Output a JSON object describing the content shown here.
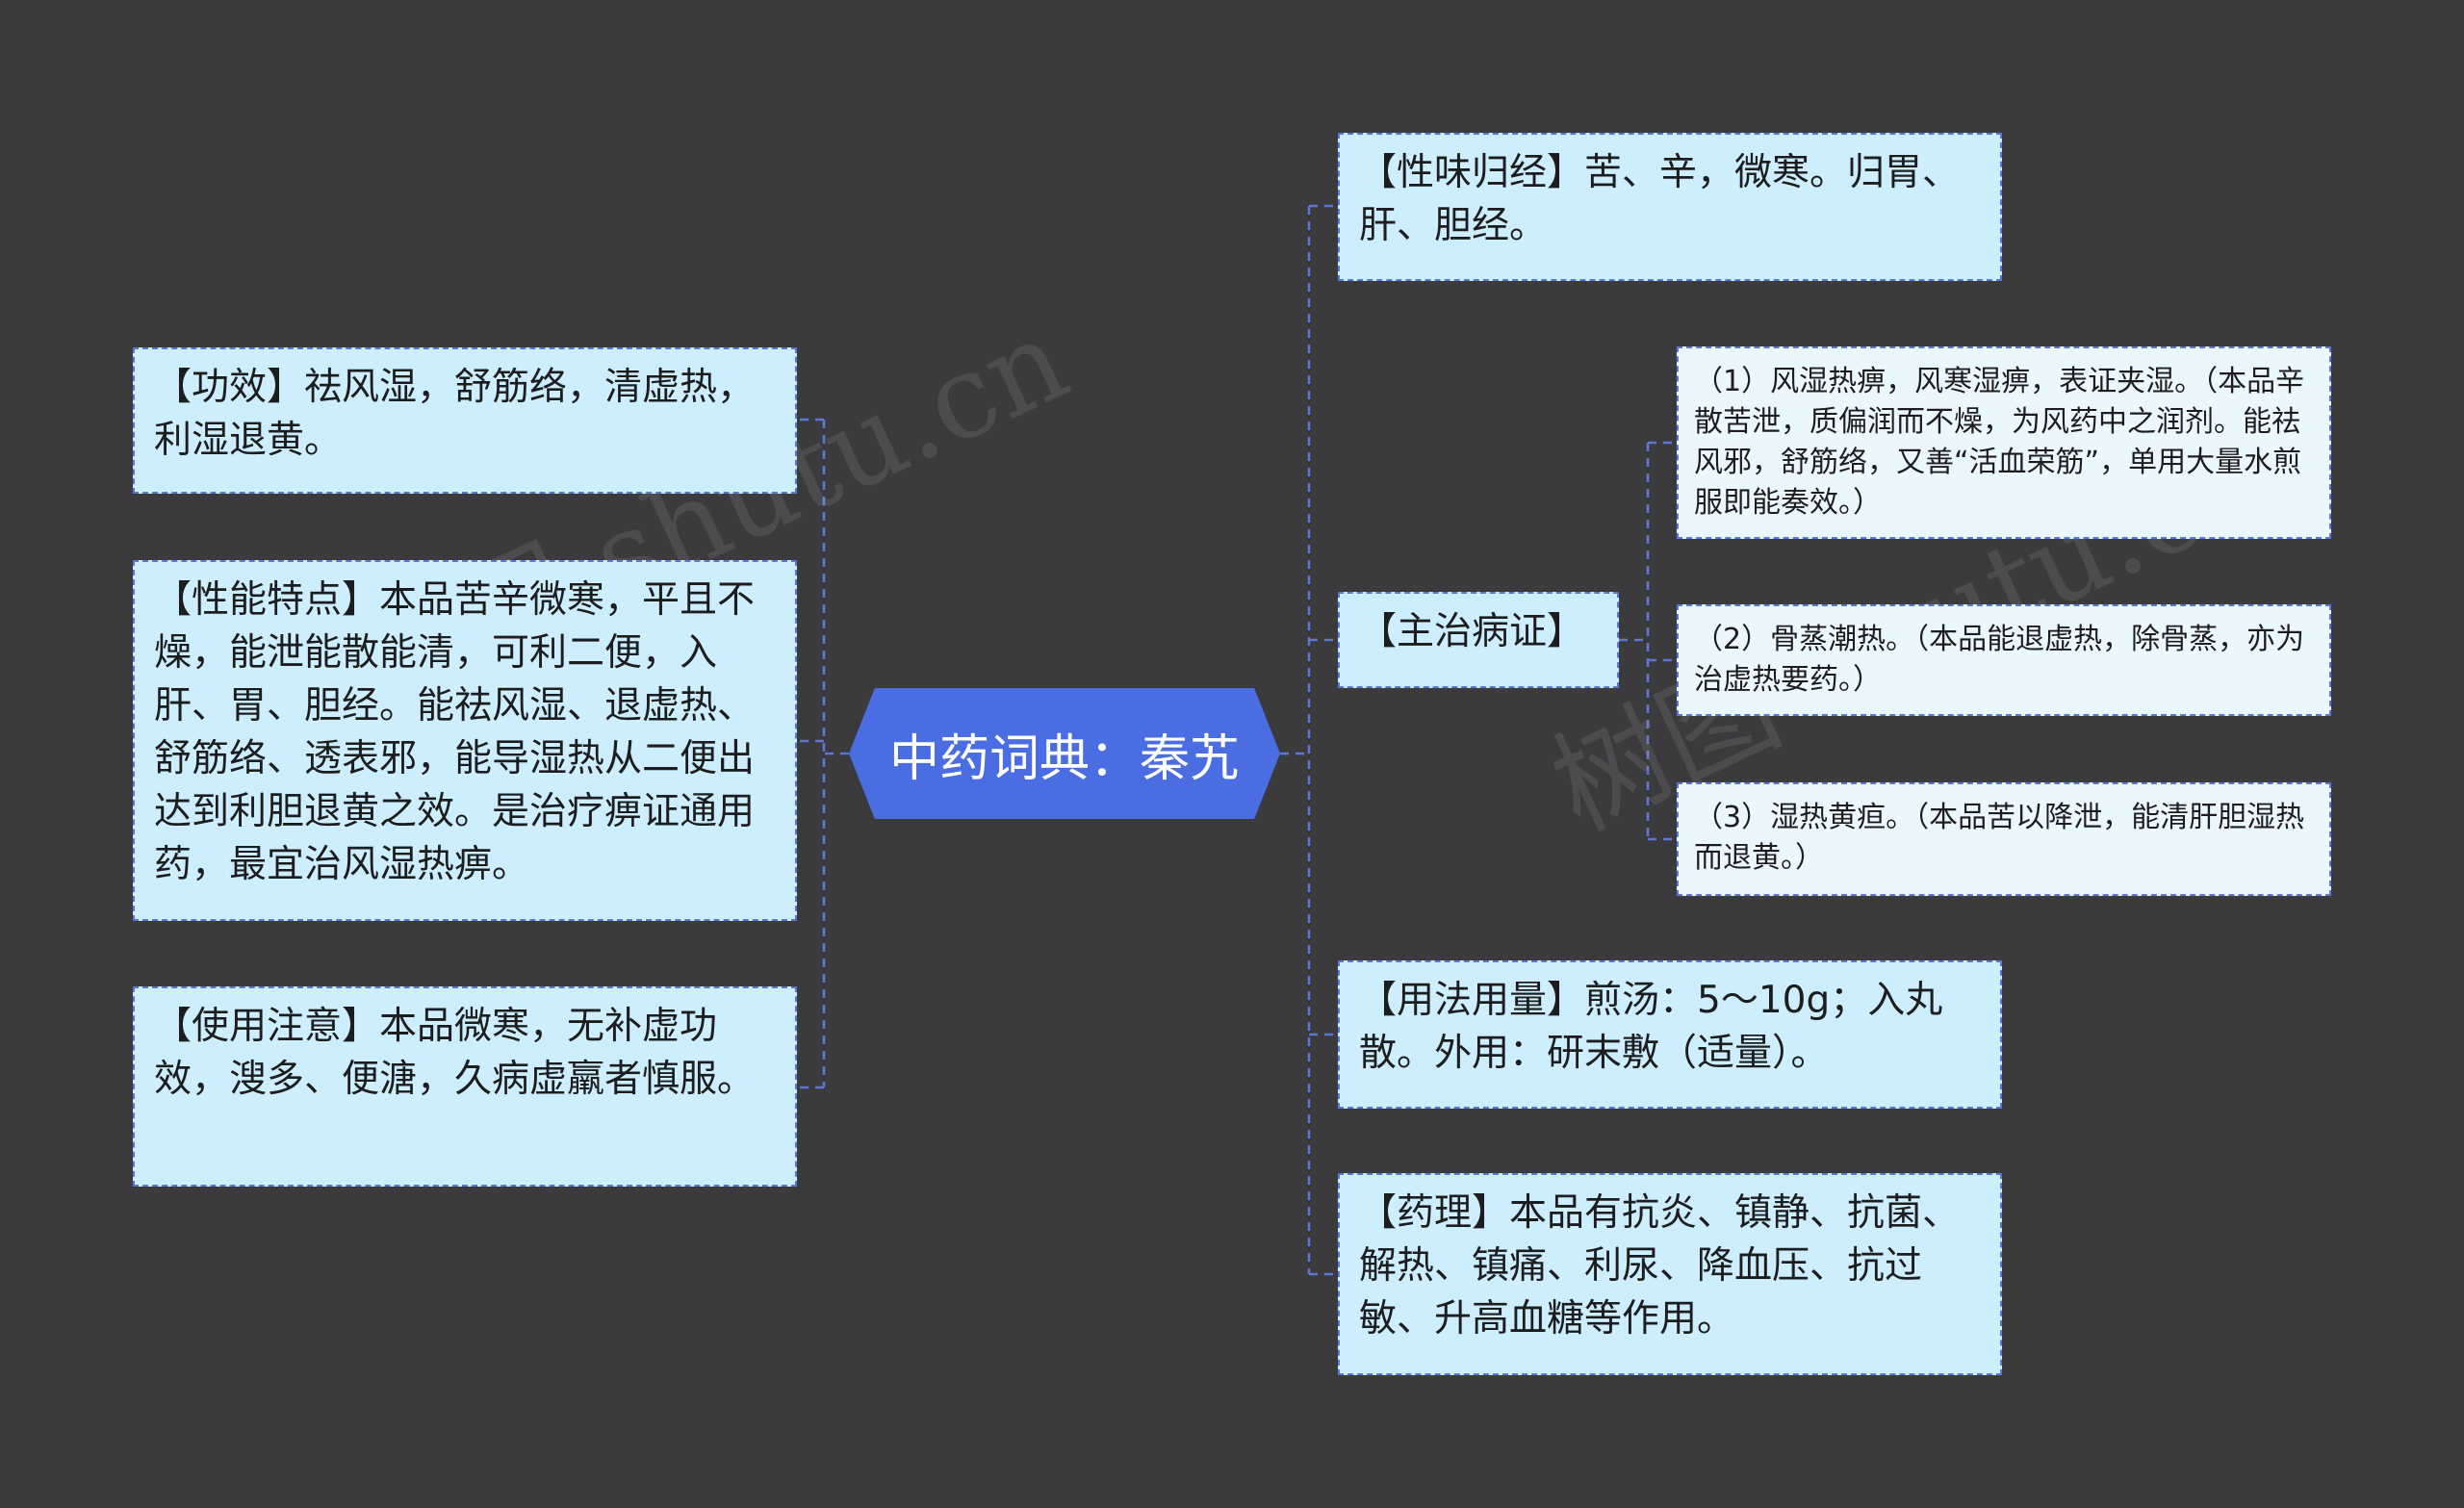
{
  "center": {
    "label": "中药词典：秦艽"
  },
  "left": [
    {
      "text": "【功效】祛风湿，舒筋络，清虚热，利湿退黄。"
    },
    {
      "text": "【性能特点】本品苦辛微寒，平且不燥，能泄能散能清，可利二便，入肝、胃、胆经。能祛风湿、退虚热、舒筋络、透表邪，能导湿热从二便出达到利胆退黄之效。是治疗痹证通用药，最宜治风湿热痹。"
    },
    {
      "text": "【使用注意】本品微寒，无补虚功效，溲多、便溏，久病虚羸者慎服。"
    }
  ],
  "right": [
    {
      "text": "【性味归经】苦、辛，微寒。归胃、肝、胆经。"
    },
    {
      "text": "【主治病证】"
    },
    {
      "text": "【用法用量】煎汤：5～10g；入丸散。外用：研末敷（适量）。"
    },
    {
      "text": "【药理】本品有抗炎、镇静、抗菌、解热、镇痛、利尿、降血压、抗过敏、升高血糖等作用。"
    }
  ],
  "sub": [
    {
      "text": "（1）风湿热痹，风寒湿痹，表证夹湿。（本品辛散苦泄，质偏润而不燥，为风药中之润剂。能祛风邪，舒筋络，又善“活血荣筋”，单用大量水煎服即能奏效。）"
    },
    {
      "text": "（2）骨蒸潮热。（本品能退虚热，除骨蒸，亦为治虚热要药。）"
    },
    {
      "text": "（3）湿热黄疸。（本品苦以降泄，能清肝胆湿热而退黄。）"
    }
  ],
  "watermark": {
    "text": "树图 shutu.cn"
  },
  "colors": {
    "background": "#3b3a3d",
    "center": "#4a6de2",
    "node": "#cdeefc",
    "subnode": "#eaf8fd",
    "line": "#5a77d6"
  }
}
